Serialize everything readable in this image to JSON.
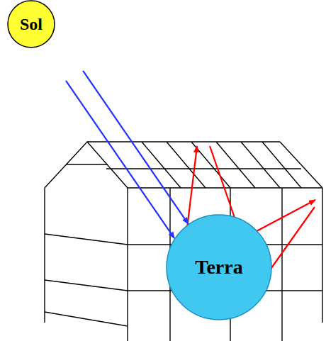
{
  "diagram": {
    "nodes": [
      {
        "text": [
          "Sol"
        ]
      },
      {
        "text": [
          "Terra"
        ]
      }
    ],
    "edges": [
      {
        "from": 0,
        "to": 1,
        "arrow": "to"
      },
      {
        "from": 0,
        "to": 1,
        "arrow": "to"
      }
    ]
  }
}
